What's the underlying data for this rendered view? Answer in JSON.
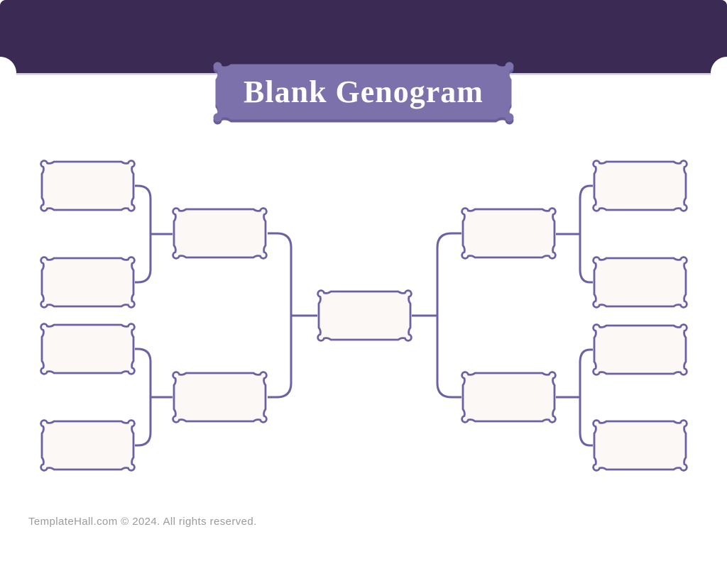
{
  "page": {
    "background_color": "#ffffff"
  },
  "header": {
    "title": "Blank Genogram",
    "banner_color": "#3b2b54",
    "banner_underline_color": "#cdc8da",
    "plaque_color": "#7c71ab",
    "plaque_shadow_color": "#675d99",
    "title_color": "#fdfdfe"
  },
  "diagram": {
    "type": "genogram-blank-template",
    "line_color": "#6c61a4",
    "box_border_color": "#6c61a4",
    "box_fill": "#fbf8f5",
    "boxes": [
      {
        "id": "left-outer-1",
        "label": ""
      },
      {
        "id": "left-outer-2",
        "label": ""
      },
      {
        "id": "left-outer-3",
        "label": ""
      },
      {
        "id": "left-outer-4",
        "label": ""
      },
      {
        "id": "left-parent-top",
        "label": ""
      },
      {
        "id": "left-parent-bottom",
        "label": ""
      },
      {
        "id": "center",
        "label": ""
      },
      {
        "id": "right-parent-top",
        "label": ""
      },
      {
        "id": "right-parent-bottom",
        "label": ""
      },
      {
        "id": "right-outer-1",
        "label": ""
      },
      {
        "id": "right-outer-2",
        "label": ""
      },
      {
        "id": "right-outer-3",
        "label": ""
      },
      {
        "id": "right-outer-4",
        "label": ""
      }
    ],
    "connectors": [
      "left-outer-top-bracket",
      "left-outer-bottom-bracket",
      "left-parents-bracket",
      "right-parents-bracket",
      "right-outer-top-bracket",
      "right-outer-bottom-bracket"
    ]
  },
  "footer": {
    "text": "TemplateHall.com © 2024. All rights reserved.",
    "color": "#9b9b9b"
  }
}
